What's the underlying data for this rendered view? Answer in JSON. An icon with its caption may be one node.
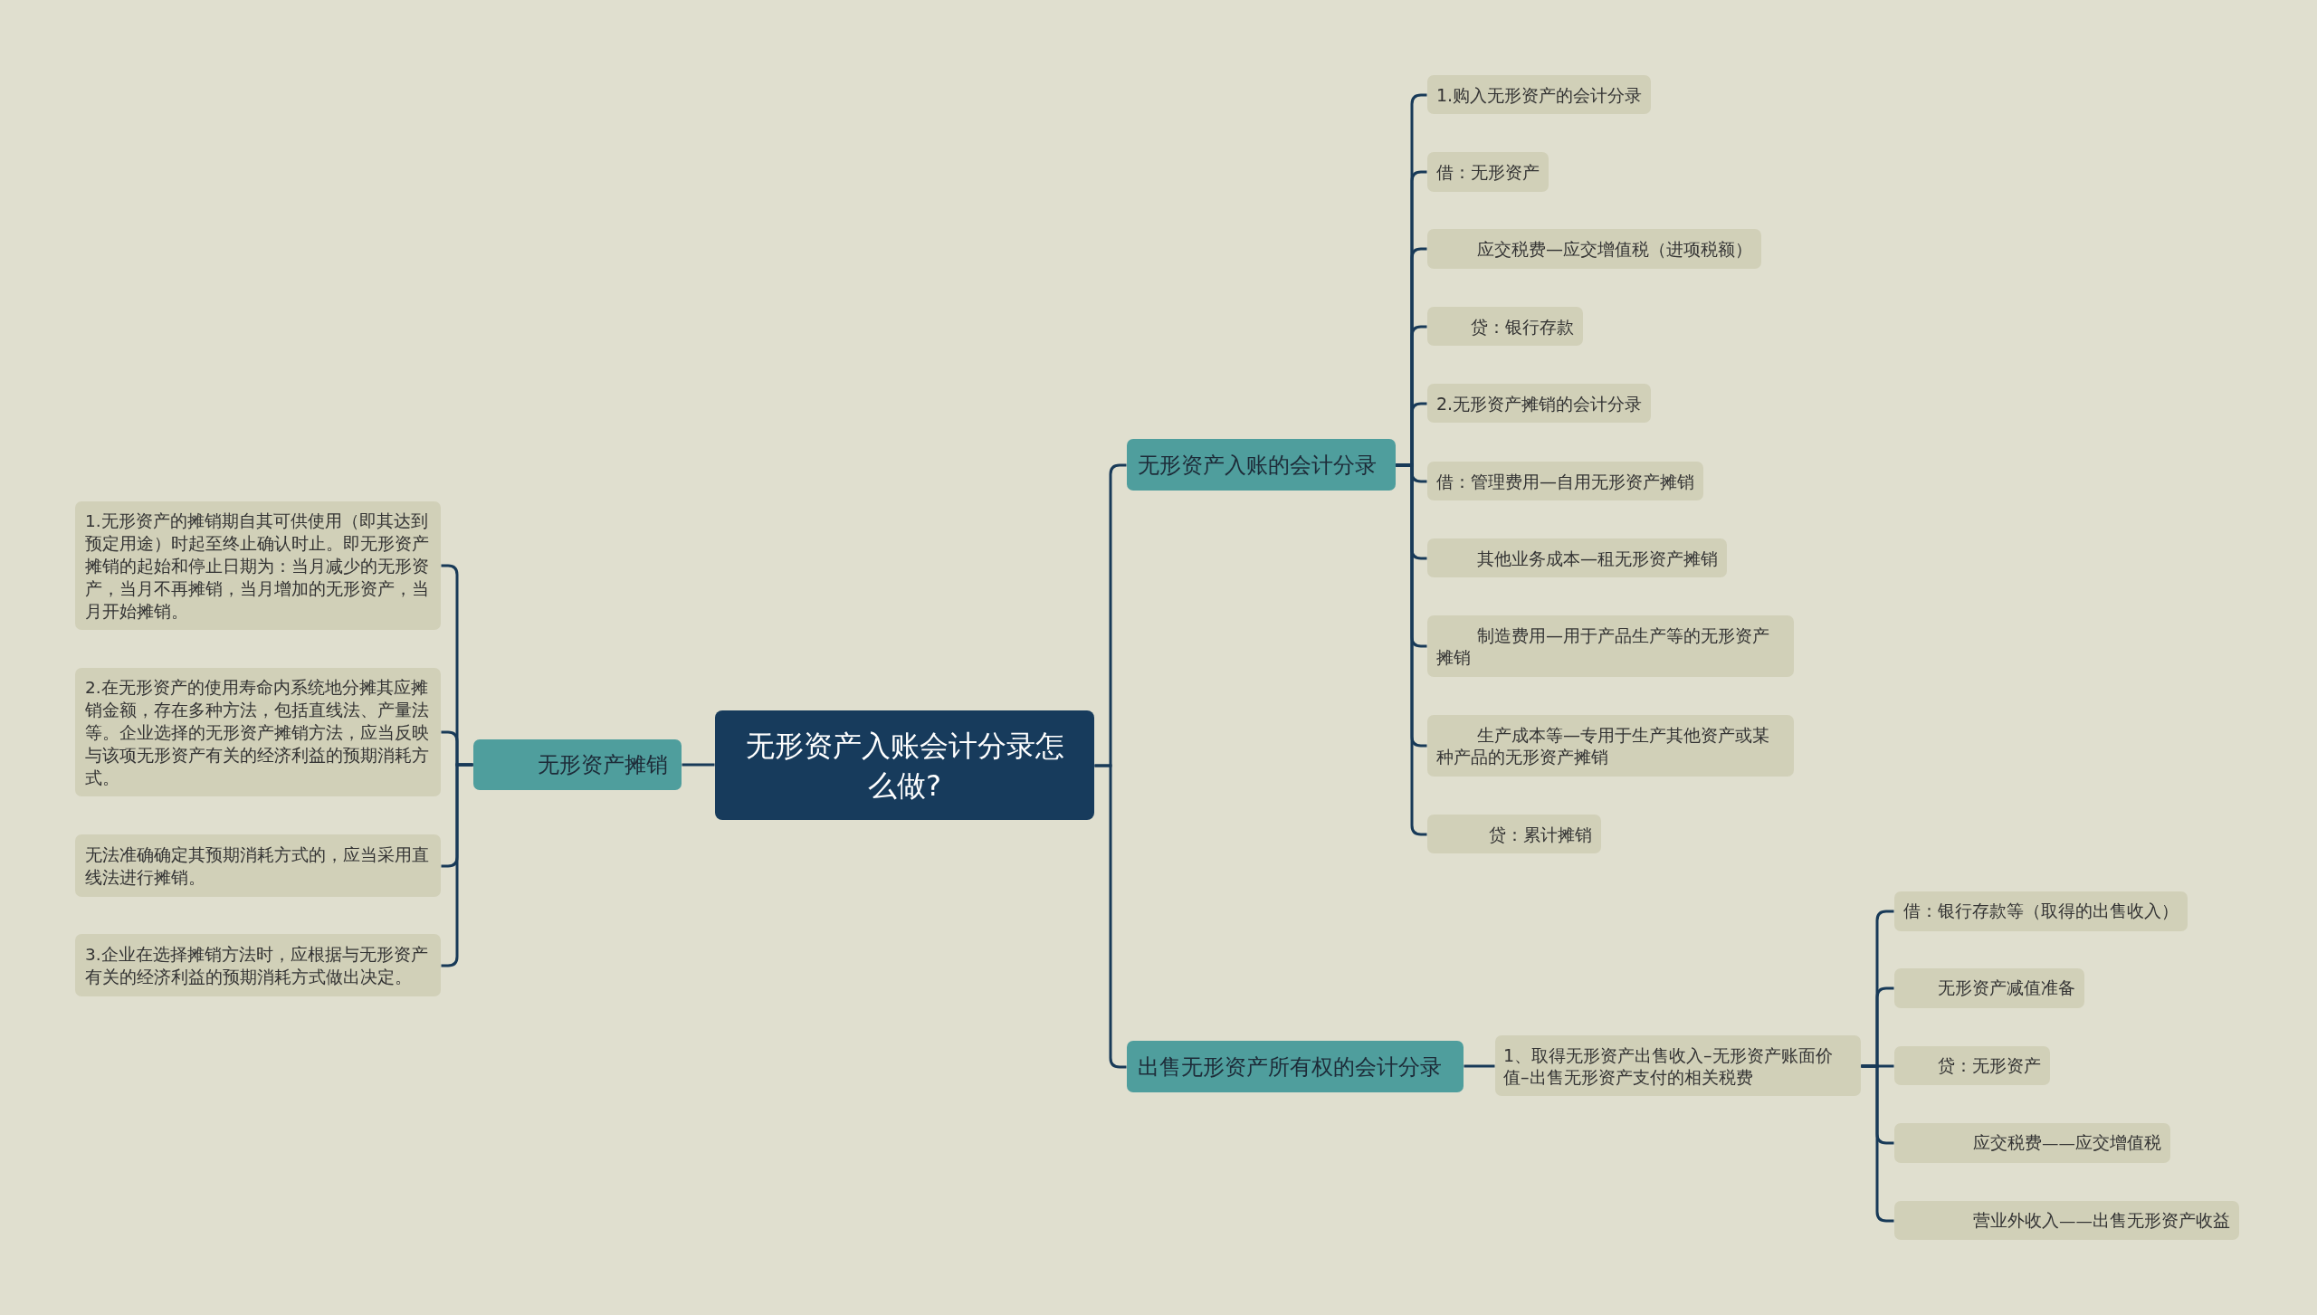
{
  "diagram": {
    "nodes": [
      {
        "text": [
          "无形资产入账会计分录怎么做?"
        ]
      },
      {
        "text": [
          "无形资产入账的会计分录"
        ]
      },
      {
        "text": [
          "1.购入无形资产的会计分录"
        ]
      },
      {
        "text": [
          "借：无形资产"
        ]
      },
      {
        "text": [
          "应交税费—应交增值税（进项税额）"
        ]
      },
      {
        "text": [
          "贷：银行存款"
        ]
      },
      {
        "text": [
          "2.无形资产摊销的会计分录"
        ]
      },
      {
        "text": [
          "借：管理费用—自用无形资产摊销"
        ]
      },
      {
        "text": [
          "其他业务成本—租无形资产摊销"
        ]
      },
      {
        "text": [
          "制造费用—用于产品生产等的无形资产摊销"
        ]
      },
      {
        "text": [
          "生产成本等—专用于生产其他资产或某种产品的无形资产摊销"
        ]
      },
      {
        "text": [
          "贷：累计摊销"
        ]
      },
      {
        "text": [
          "出售无形资产所有权的会计分录"
        ]
      },
      {
        "text": [
          "1、取得无形资产出售收入–无形资产账面价值–出售无形资产支付的相关税费"
        ]
      },
      {
        "text": [
          "借：银行存款等（取得的出售收入）"
        ]
      },
      {
        "text": [
          "无形资产减值准备"
        ]
      },
      {
        "text": [
          "贷：无形资产"
        ]
      },
      {
        "text": [
          "应交税费——应交增值税"
        ]
      },
      {
        "text": [
          "营业外收入——出售无形资产收益"
        ]
      },
      {
        "text": [
          "无形资产摊销"
        ]
      },
      {
        "text": [
          "1.无形资产的摊销期自其可供使用（即其达到预定用途）时起至终止确认时止。即无形资产摊销的起始和停止日期为：当月减少的无形资产，当月不再摊销，当月增加的无形资产，当月开始摊销。"
        ]
      },
      {
        "text": [
          "2.在无形资产的使用寿命内系统地分摊其应摊销金额，存在多种方法，包括直线法、产量法等。企业选择的无形资产摊销方法，应当反映与该项无形资产有关的经济利益的预期消耗方式。"
        ]
      },
      {
        "text": [
          "无法准确确定其预期消耗方式的，应当采用直线法进行摊销。"
        ]
      },
      {
        "text": [
          "3.企业在选择摊销方法时，应根据与无形资产有关的经济利益的预期消耗方式做出决定。"
        ]
      }
    ],
    "edges": [
      {
        "from": 0,
        "to": 1,
        "arrow": "none"
      },
      {
        "from": 1,
        "to": 2,
        "arrow": "none"
      },
      {
        "from": 1,
        "to": 3,
        "arrow": "none"
      },
      {
        "from": 1,
        "to": 4,
        "arrow": "none"
      },
      {
        "from": 1,
        "to": 5,
        "arrow": "none"
      },
      {
        "from": 1,
        "to": 6,
        "arrow": "none"
      },
      {
        "from": 1,
        "to": 7,
        "arrow": "none"
      },
      {
        "from": 1,
        "to": 8,
        "arrow": "none"
      },
      {
        "from": 1,
        "to": 9,
        "arrow": "none"
      },
      {
        "from": 1,
        "to": 10,
        "arrow": "none"
      },
      {
        "from": 1,
        "to": 11,
        "arrow": "none"
      },
      {
        "from": 0,
        "to": 12,
        "arrow": "none"
      },
      {
        "from": 12,
        "to": 13,
        "arrow": "none"
      },
      {
        "from": 13,
        "to": 14,
        "arrow": "none"
      },
      {
        "from": 13,
        "to": 15,
        "arrow": "none"
      },
      {
        "from": 13,
        "to": 16,
        "arrow": "none"
      },
      {
        "from": 13,
        "to": 17,
        "arrow": "none"
      },
      {
        "from": 13,
        "to": 18,
        "arrow": "none"
      },
      {
        "from": 0,
        "to": 19,
        "arrow": "none"
      },
      {
        "from": 19,
        "to": 20,
        "arrow": "none"
      },
      {
        "from": 19,
        "to": 21,
        "arrow": "none"
      },
      {
        "from": 19,
        "to": 22,
        "arrow": "none"
      },
      {
        "from": 19,
        "to": 23,
        "arrow": "none"
      }
    ]
  }
}
